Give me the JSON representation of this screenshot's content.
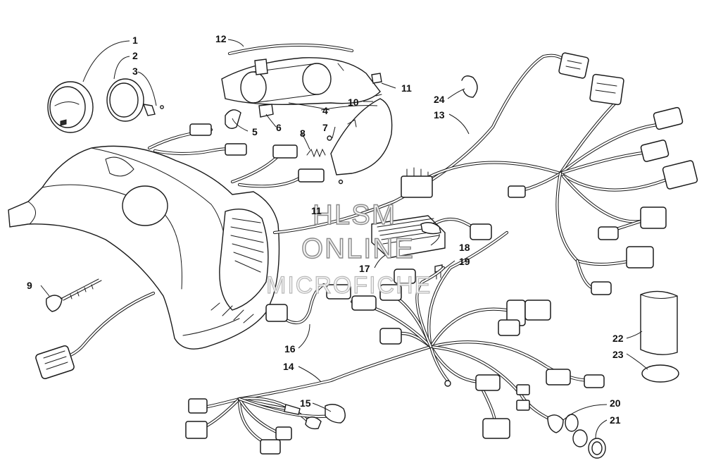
{
  "callouts": [
    {
      "id": "c1",
      "label": "1"
    },
    {
      "id": "c2",
      "label": "2"
    },
    {
      "id": "c3",
      "label": "3"
    },
    {
      "id": "c4",
      "label": "4"
    },
    {
      "id": "c5",
      "label": "5"
    },
    {
      "id": "c6",
      "label": "6"
    },
    {
      "id": "c7",
      "label": "7"
    },
    {
      "id": "c8",
      "label": "8"
    },
    {
      "id": "c9",
      "label": "9"
    },
    {
      "id": "c10",
      "label": "10"
    },
    {
      "id": "c11a",
      "label": "11"
    },
    {
      "id": "c11b",
      "label": "11"
    },
    {
      "id": "c12",
      "label": "12"
    },
    {
      "id": "c13",
      "label": "13"
    },
    {
      "id": "c14",
      "label": "14"
    },
    {
      "id": "c15",
      "label": "15"
    },
    {
      "id": "c16",
      "label": "16"
    },
    {
      "id": "c17",
      "label": "17"
    },
    {
      "id": "c18",
      "label": "18"
    },
    {
      "id": "c19",
      "label": "19"
    },
    {
      "id": "c20",
      "label": "20"
    },
    {
      "id": "c21",
      "label": "21"
    },
    {
      "id": "c22",
      "label": "22"
    },
    {
      "id": "c23",
      "label": "23"
    },
    {
      "id": "c24",
      "label": "24"
    }
  ],
  "watermark": {
    "line1": "HLSM",
    "line2": "ONLINE",
    "line3": "MICROFICHE"
  }
}
